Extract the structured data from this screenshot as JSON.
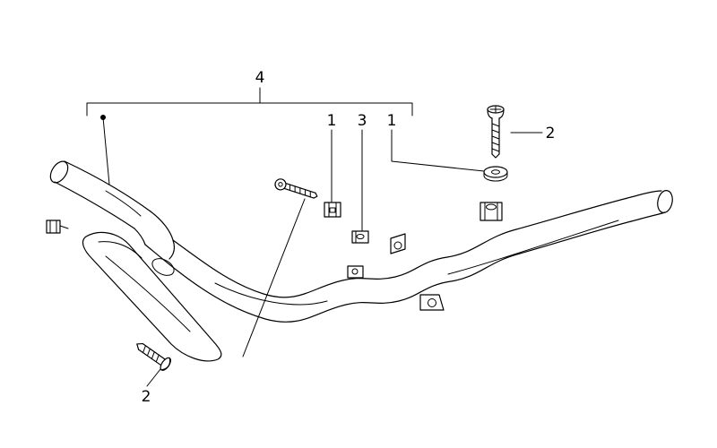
{
  "diagram": {
    "figure": "handlebar-assembly-exploded-view",
    "background_color": "#ffffff",
    "line_color": "#000000",
    "callouts": {
      "c4": {
        "label": "4"
      },
      "c1a": {
        "label": "1"
      },
      "c3": {
        "label": "3"
      },
      "c1b": {
        "label": "1"
      },
      "c2a": {
        "label": "2"
      },
      "c2b": {
        "label": "2"
      }
    }
  }
}
